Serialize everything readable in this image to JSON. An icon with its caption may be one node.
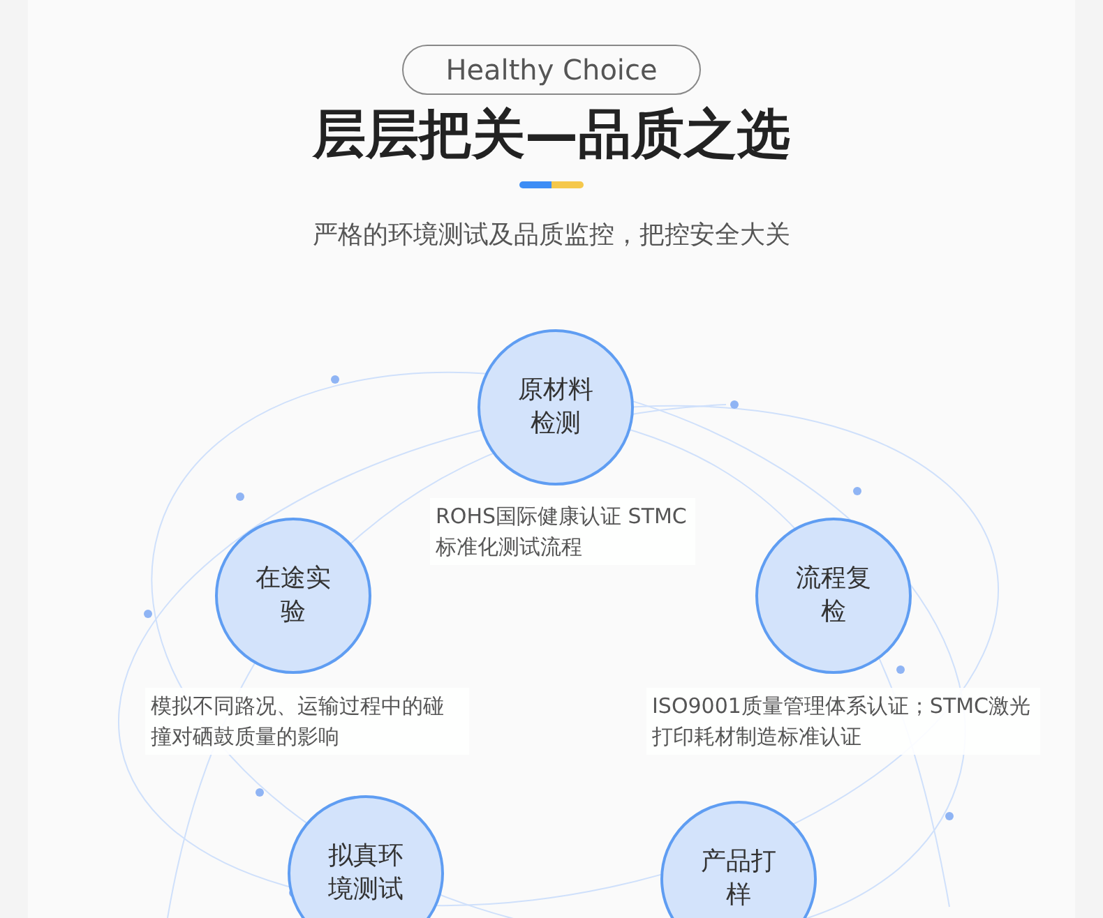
{
  "diagram": {
    "title": "层层把关—品质之选",
    "nodes": [
      {
        "text": [
          "Healthy Choice"
        ]
      },
      {
        "text": [
          "原材料检测"
        ],
        "beside": [
          "ROHS国际健康认证 STMC标准化测试流程"
        ]
      },
      {
        "text": [
          "在途实验"
        ],
        "beside": [
          "模拟不同路况、运输过程中的碰撞对硒鼓质量的影响"
        ]
      },
      {
        "text": [
          "流程复检"
        ],
        "beside": [
          "ISO9001质量管理体系认证；STMC激光打印耗材制造标准认证"
        ]
      },
      {
        "text": [
          "拟真环境测试"
        ]
      },
      {
        "text": [
          "产品打样"
        ]
      }
    ],
    "labels": [
      "严格的环境测试及品质监控，把控安全大关"
    ]
  }
}
